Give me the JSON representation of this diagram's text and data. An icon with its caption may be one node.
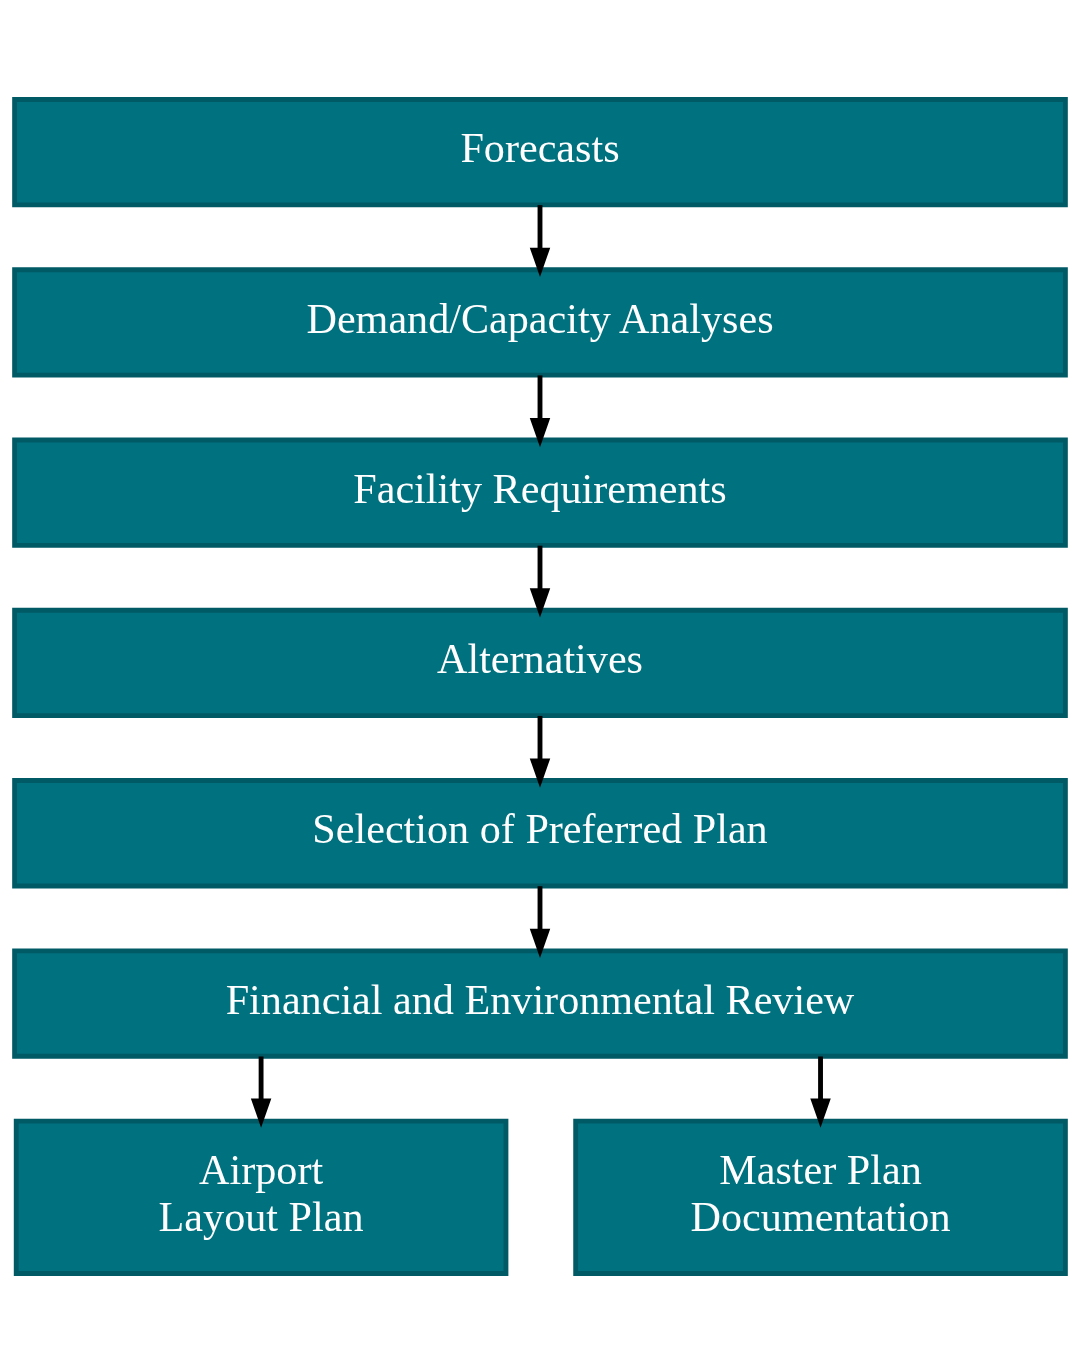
{
  "diagram": {
    "nodes": [
      {
        "text": [
          "Forecasts"
        ]
      },
      {
        "text": [
          "Demand/Capacity Analyses"
        ]
      },
      {
        "text": [
          "Facility Requirements"
        ]
      },
      {
        "text": [
          "Alternatives"
        ]
      },
      {
        "text": [
          "Selection of Preferred Plan"
        ]
      },
      {
        "text": [
          "Financial and Environmental Review"
        ]
      },
      {
        "text": [
          "Airport Layout Plan"
        ]
      },
      {
        "text": [
          "Master Plan Documentation"
        ]
      }
    ],
    "edges": [
      {
        "from": 0,
        "to": 1,
        "arrow": "to"
      },
      {
        "from": 1,
        "to": 2,
        "arrow": "to"
      },
      {
        "from": 2,
        "to": 3,
        "arrow": "to"
      },
      {
        "from": 3,
        "to": 4,
        "arrow": "to"
      },
      {
        "from": 4,
        "to": 5,
        "arrow": "to"
      },
      {
        "from": 5,
        "to": 6,
        "arrow": "to"
      },
      {
        "from": 5,
        "to": 7,
        "arrow": "to"
      }
    ]
  }
}
